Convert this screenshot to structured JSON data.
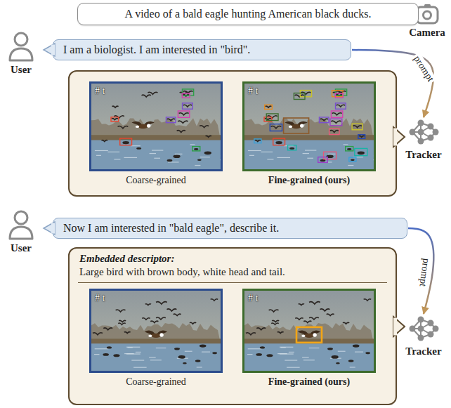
{
  "diagram": {
    "nodes": [
      {
        "text": [
          "A video of a bald eagle hunting American black ducks."
        ]
      },
      {
        "text": [
          "I am a biologist. I am interested in \"bird\"."
        ]
      },
      {
        "text": [
          "Tracker"
        ]
      },
      {
        "text": []
      },
      {
        "text": [
          "# t",
          "Coarse-grained"
        ],
        "in": 3
      },
      {
        "text": [
          "# t",
          "Fine-grained (ours)"
        ],
        "in": 3
      },
      {
        "text": [
          "Now I am interested in \"bald eagle\", describe it."
        ]
      },
      {
        "text": [
          "Tracker"
        ]
      },
      {
        "text": [
          "Embedded descriptor:",
          "Large bird with brown body, white head and tail."
        ]
      },
      {
        "text": [
          "# t",
          "Coarse-grained"
        ],
        "in": 8
      },
      {
        "text": [
          "# t",
          "Fine-grained (ours)"
        ],
        "in": 8
      }
    ],
    "edges": [
      {
        "from": 1,
        "to": 2,
        "label": "prompt",
        "arrow": "to"
      },
      {
        "from": 6,
        "to": 7,
        "label": "prompt",
        "arrow": "to"
      }
    ],
    "labels": [
      "Camera",
      "User",
      "User"
    ]
  }
}
